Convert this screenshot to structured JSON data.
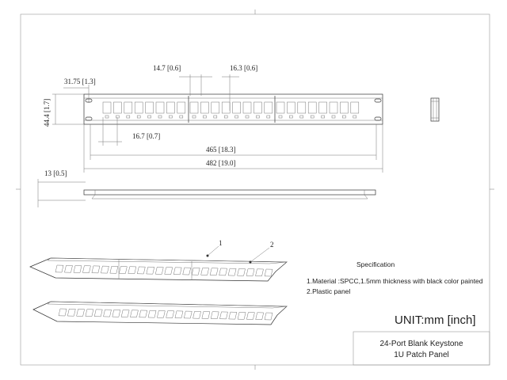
{
  "dimensions": {
    "port_pitch": "14.7 [0.6]",
    "module_gap": "16.3 [0.6]",
    "mount_offset": "31.75 [1.3]",
    "height": "44.4 [1.7]",
    "port_width": "16.7 [0.7]",
    "body_width": "465 [18.3]",
    "overall_width": "482 [19.0]",
    "depth": "13 [0.5]"
  },
  "callouts": [
    "1",
    "2"
  ],
  "specification": {
    "heading": "Specification",
    "items": [
      "1.Material :SPCC,1.5mm thickness with black color painted",
      "2.Plastic panel"
    ]
  },
  "unit_label": "UNIT:mm [inch]",
  "title_block": {
    "line1": "24-Port Blank Keystone",
    "line2": "1U Patch Panel"
  },
  "colors": {
    "line": "#333333",
    "frame": "#999999",
    "paper": "#ffffff"
  }
}
